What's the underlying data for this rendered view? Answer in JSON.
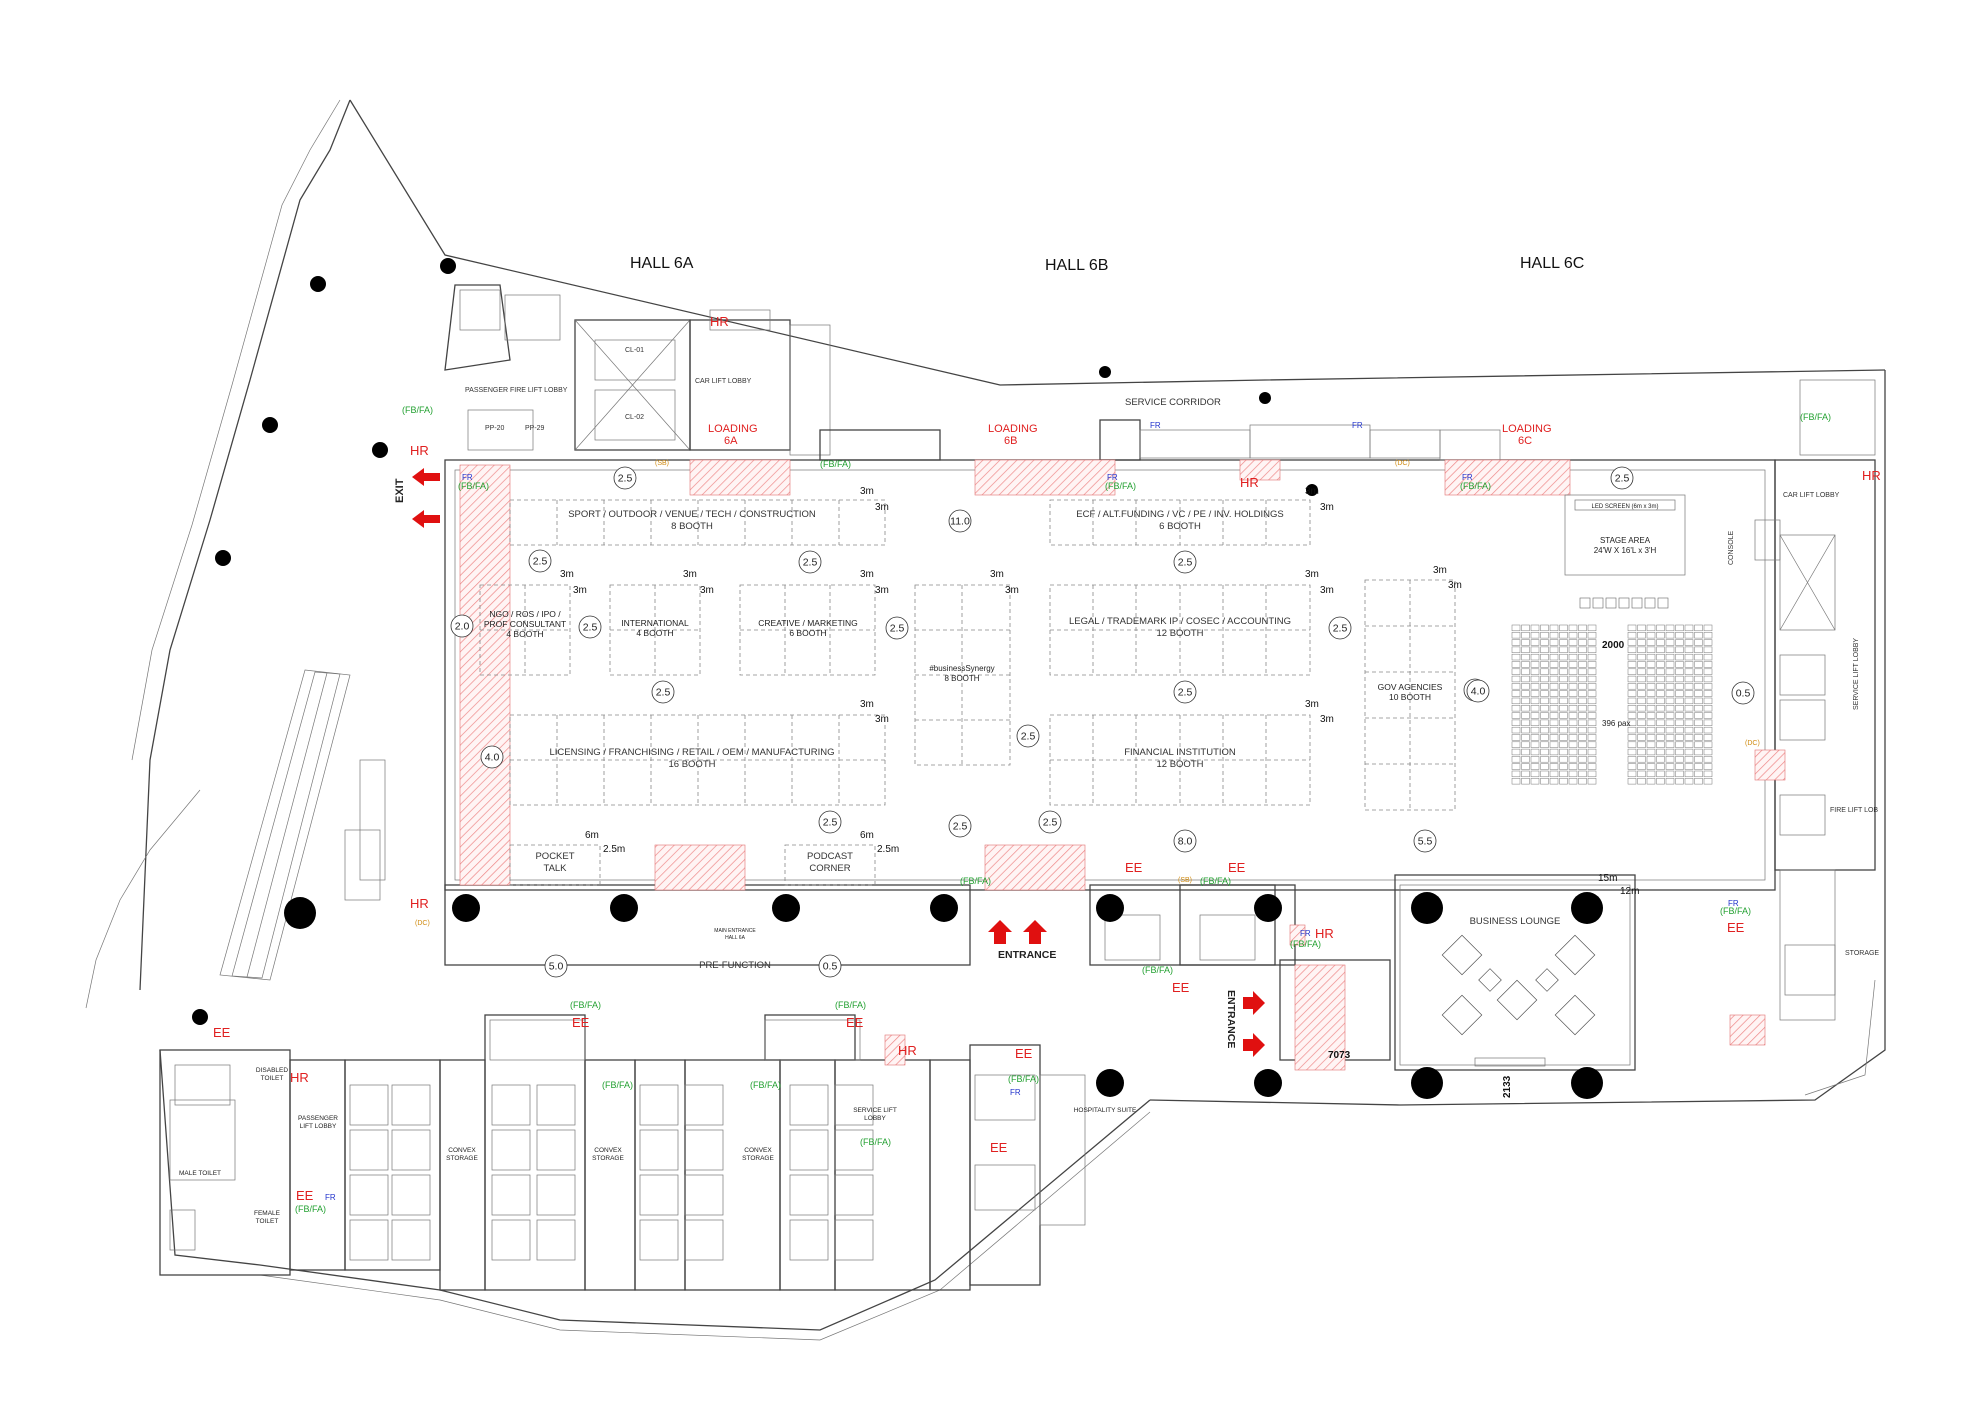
{
  "halls": [
    "HALL 6A",
    "HALL 6B",
    "HALL 6C"
  ],
  "corridor": "SERVICE CORRIDOR",
  "loadings": [
    {
      "line1": "LOADING",
      "line2": "6A"
    },
    {
      "line1": "LOADING",
      "line2": "6B"
    },
    {
      "line1": "LOADING",
      "line2": "6C"
    }
  ],
  "lobbies": {
    "car_lift_lobby_a": "CAR LIFT LOBBY",
    "car_lift_lobby_c": "CAR LIFT LOBBY",
    "passenger_fire_lift_lobby": "PASSENGER FIRE LIFT LOBBY",
    "service_lift_lobby": "SERVICE LIFT LOBBY",
    "fire_lift_lob": "FIRE LIFT LOB",
    "storage": "STORAGE",
    "console": "CONSOLE",
    "lift_ids": [
      "CL-01",
      "CL-02",
      "PP-20",
      "PP-29"
    ]
  },
  "zones": [
    {
      "line1": "SPORT / OUTDOOR / VENUE / TECH / CONSTRUCTION",
      "line2": "8 BOOTH"
    },
    {
      "line1": "ECF / ALT.FUNDING / VC / PE / INV. HOLDINGS",
      "line2": "6 BOOTH"
    },
    {
      "line1": "NGO / ROS / IPO /",
      "line2": "PROF CONSULTANT",
      "line3": "4 BOOTH"
    },
    {
      "line1": "INTERNATIONAL",
      "line2": "4 BOOTH"
    },
    {
      "line1": "CREATIVE / MARKETING",
      "line2": "6 BOOTH"
    },
    {
      "line1": "#businessSynergy",
      "line2": "8 BOOTH"
    },
    {
      "line1": "LEGAL / TRADEMARK IP / COSEC / ACCOUNTING",
      "line2": "12 BOOTH"
    },
    {
      "line1": "GOV AGENCIES",
      "line2": "10 BOOTH"
    },
    {
      "line1": "LICENSING / FRANCHISING / RETAIL / OEM / MANUFACTURING",
      "line2": "16 BOOTH"
    },
    {
      "line1": "FINANCIAL INSTITUTION",
      "line2": "12 BOOTH"
    }
  ],
  "specials": {
    "pocket_talk": [
      "POCKET",
      "TALK"
    ],
    "podcast_corner": [
      "PODCAST",
      "CORNER"
    ],
    "led_screen": "LED SCREEN (6m x 3m)",
    "stage_area": [
      "STAGE AREA",
      "24'W X 16'L x 3'H"
    ],
    "pax": "396 pax",
    "business_lounge": "BUSINESS LOUNGE",
    "pre_function": "PRE-FUNCTION",
    "main_entrance": [
      "MAIN ENTRANCE",
      "HALL 6A"
    ],
    "hospitality_suite": "HOSPITALITY SUITE",
    "convex_storage": [
      "CONVEX",
      "STORAGE"
    ],
    "male_toilet": "MALE TOILET",
    "female_toilet": [
      "FEMALE",
      "TOILET"
    ],
    "disabled_toilet": [
      "DISABLED",
      "TOILET"
    ],
    "passenger_lift_lobby": [
      "PASSENGER",
      "LIFT LOBBY"
    ],
    "service_lift_lobby_s": [
      "SERVICE LIFT",
      "LOBBY"
    ]
  },
  "aisle_widths": [
    "2.5",
    "11.0",
    "2.5",
    "2.5",
    "2.5",
    "2.5",
    "2.5",
    "2.5",
    "2.0",
    "2.5",
    "2.5",
    "2.5",
    "2.5",
    "4.0",
    "2.5",
    "4.0",
    "2.5",
    "2.5",
    "8.0",
    "5.5",
    "5.0",
    "0.5",
    "0.5",
    "2.5"
  ],
  "dimensions": {
    "three_m": "3m",
    "six_m": "6m",
    "two_five_m": "2.5m",
    "fifteen_m": "15m",
    "twelve_m": "12m",
    "d2000": "2000",
    "d7073": "7073",
    "d2133": "2133"
  },
  "safety": {
    "hr": "HR",
    "ee": "EE",
    "fr": "FR",
    "fbfa": "(FB/FA)",
    "dc": "(DC)",
    "sb": "(SB)",
    "exit": "EXIT",
    "entrance": "ENTRANCE"
  }
}
